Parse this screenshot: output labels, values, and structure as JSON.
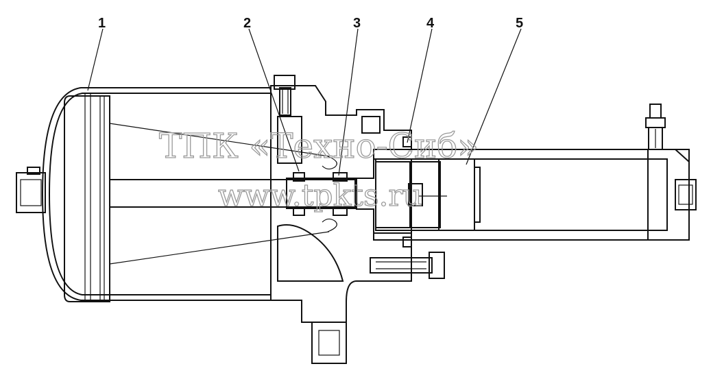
{
  "callouts": [
    {
      "id": "1",
      "label": "1"
    },
    {
      "id": "2",
      "label": "2"
    },
    {
      "id": "3",
      "label": "3"
    },
    {
      "id": "4",
      "label": "4"
    },
    {
      "id": "5",
      "label": "5"
    }
  ],
  "watermark": {
    "line1": "ТПК «Техно-Сиб»",
    "line2": "www.tpkts.ru"
  }
}
